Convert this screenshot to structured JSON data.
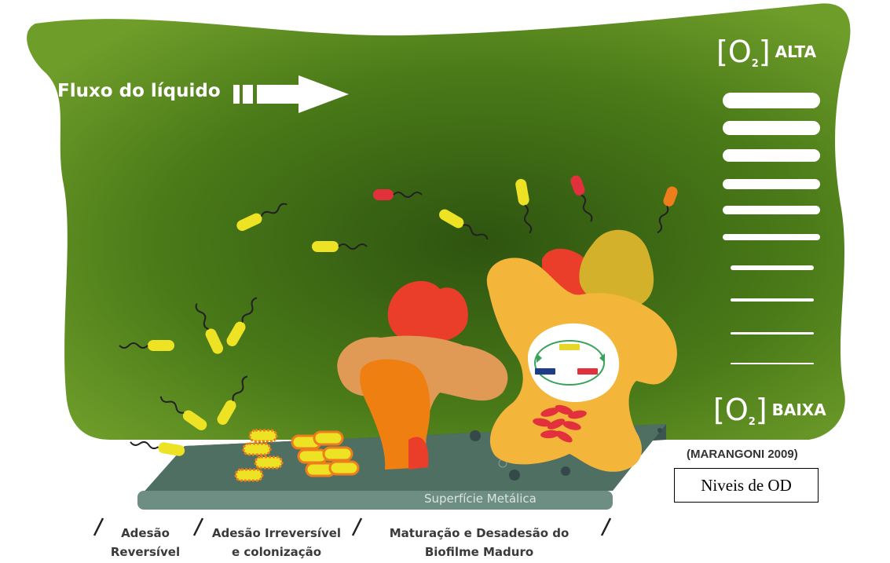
{
  "flow_label": "Fluxo do líquido",
  "o2_high": {
    "bracket_open": "[O",
    "subscript": "2",
    "bracket_close": "]",
    "word": "ALTA"
  },
  "o2_low": {
    "bracket_open": "[O",
    "subscript": "2",
    "bracket_close": "]",
    "word": "BAIXA"
  },
  "citation": "(MARANGONI 2009)",
  "od_box": "Niveis de OD",
  "surface_label": "Superfície Metálica",
  "stages": [
    {
      "line1": "Adesão",
      "line2": "Reversível"
    },
    {
      "line1": "Adesão Irreversível",
      "line2": "e colonização"
    },
    {
      "line1": "Maturação e Desadesão do",
      "line2": "Biofilme Maduro"
    }
  ],
  "colors": {
    "fluid_dark": "#3f6b10",
    "fluid_light": "#6f9d2a",
    "bacterium_yellow": "#ede223",
    "bacterium_red": "#e2303c",
    "bacterium_orange": "#ee7d1b",
    "biofilm_yellow": "#f3b53a",
    "biofilm_red": "#ea3e2a",
    "biofilm_tan": "#e09a55",
    "biofilm_orange": "#f07f12",
    "biofilm_olive": "#d4b12a",
    "surface": "#4f6f63"
  },
  "icons": [
    "flow-arrow-icon",
    "oxygen-level-bars",
    "bacterium-icon",
    "biofilm-cluster",
    "quorum-sensing-cycle-icon"
  ]
}
